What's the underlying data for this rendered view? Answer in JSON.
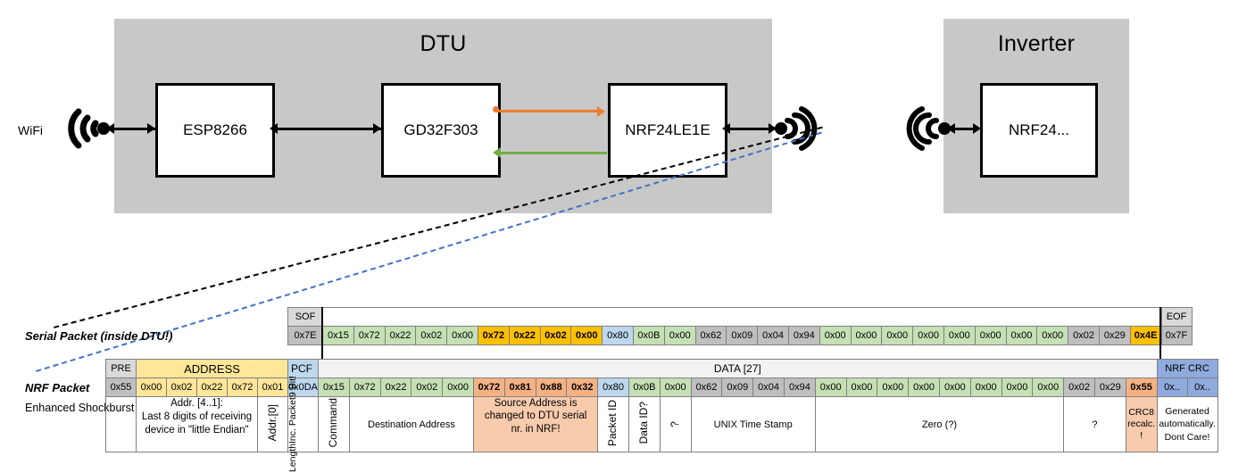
{
  "diagram": {
    "dtu": {
      "title": "DTU",
      "chips": [
        "ESP8266",
        "GD32F303",
        "NRF24LE1E"
      ],
      "wifi_label": "WiFi",
      "arrow_to_nrf_color": "#ED7D31",
      "arrow_from_nrf_color": "#70AD47"
    },
    "inverter": {
      "title": "Inverter",
      "chip": "NRF24..."
    }
  },
  "packets": {
    "serial_label": "Serial Packet (inside DTU!)",
    "nrf_label": "NRF Packet",
    "nrf_sublabel": "Enhanced Shockburst",
    "serial": {
      "sof_header": "SOF",
      "sof_value": "0x7E",
      "eof_header": "EOF",
      "eof_value": "0x7F",
      "cells": [
        {
          "v": "0x15",
          "c": "green"
        },
        {
          "v": "0x72",
          "c": "green"
        },
        {
          "v": "0x22",
          "c": "green"
        },
        {
          "v": "0x02",
          "c": "green"
        },
        {
          "v": "0x00",
          "c": "green"
        },
        {
          "v": "0x72",
          "c": "amber"
        },
        {
          "v": "0x22",
          "c": "amber"
        },
        {
          "v": "0x02",
          "c": "amber"
        },
        {
          "v": "0x00",
          "c": "amber"
        },
        {
          "v": "0x80",
          "c": "blue"
        },
        {
          "v": "0x0B",
          "c": "green"
        },
        {
          "v": "0x00",
          "c": "green"
        },
        {
          "v": "0x62",
          "c": "gray"
        },
        {
          "v": "0x09",
          "c": "gray"
        },
        {
          "v": "0x04",
          "c": "gray"
        },
        {
          "v": "0x94",
          "c": "gray"
        },
        {
          "v": "0x00",
          "c": "green"
        },
        {
          "v": "0x00",
          "c": "green"
        },
        {
          "v": "0x00",
          "c": "green"
        },
        {
          "v": "0x00",
          "c": "green"
        },
        {
          "v": "0x00",
          "c": "green"
        },
        {
          "v": "0x00",
          "c": "green"
        },
        {
          "v": "0x00",
          "c": "green"
        },
        {
          "v": "0x00",
          "c": "green"
        },
        {
          "v": "0x02",
          "c": "gray"
        },
        {
          "v": "0x29",
          "c": "gray"
        },
        {
          "v": "0x4E",
          "c": "amber"
        }
      ]
    },
    "nrf": {
      "headers": {
        "pre": "PRE",
        "address": "ADDRESS",
        "pcf": "PCF",
        "data": "DATA [27]",
        "crc": "NRF CRC"
      },
      "pre_value": "0x55",
      "address_values": [
        "0x00",
        "0x02",
        "0x22",
        "0x72",
        "0x01"
      ],
      "pcf_value": "0x0DA",
      "crc_values": [
        "0x..",
        "0x.."
      ],
      "cells": [
        {
          "v": "0x15",
          "c": "green"
        },
        {
          "v": "0x72",
          "c": "green"
        },
        {
          "v": "0x22",
          "c": "green"
        },
        {
          "v": "0x02",
          "c": "green"
        },
        {
          "v": "0x00",
          "c": "green"
        },
        {
          "v": "0x72",
          "c": "salmon"
        },
        {
          "v": "0x81",
          "c": "salmon"
        },
        {
          "v": "0x88",
          "c": "salmon"
        },
        {
          "v": "0x32",
          "c": "salmon"
        },
        {
          "v": "0x80",
          "c": "blue"
        },
        {
          "v": "0x0B",
          "c": "green"
        },
        {
          "v": "0x00",
          "c": "green"
        },
        {
          "v": "0x62",
          "c": "gray"
        },
        {
          "v": "0x09",
          "c": "gray"
        },
        {
          "v": "0x04",
          "c": "gray"
        },
        {
          "v": "0x94",
          "c": "gray"
        },
        {
          "v": "0x00",
          "c": "green"
        },
        {
          "v": "0x00",
          "c": "green"
        },
        {
          "v": "0x00",
          "c": "green"
        },
        {
          "v": "0x00",
          "c": "green"
        },
        {
          "v": "0x00",
          "c": "green"
        },
        {
          "v": "0x00",
          "c": "green"
        },
        {
          "v": "0x00",
          "c": "green"
        },
        {
          "v": "0x00",
          "c": "green"
        },
        {
          "v": "0x02",
          "c": "gray"
        },
        {
          "v": "0x29",
          "c": "gray"
        },
        {
          "v": "0x55",
          "c": "salmon"
        }
      ]
    },
    "descriptions": {
      "address": "Addr. [4..1]:\nLast 8 digits of receiving device in \"little Endian\"",
      "address_line1": "Addr. [4..1]:",
      "address_line2": "Last 8 digits of receiving",
      "address_line3": "device in \"little Endian\"",
      "addr0": "Addr.[0]",
      "pcf_l1": "9 Bit!",
      "pcf_l2": "Inc. Packet",
      "pcf_l3": "Length",
      "command": "Command",
      "destination": "Destination Address",
      "source_l1": "Source Address is",
      "source_l2": "changed to DTU serial",
      "source_l3": "nr. in NRF!",
      "packet_id": "Packet ID",
      "data_id": "Data ID?",
      "unknown_vert": "?",
      "unix": "UNIX Time Stamp",
      "zero": "Zero (?)",
      "unknown2": "?",
      "crc8_l1": "CRC8",
      "crc8_l2": "recalc.",
      "crc8_l3": "!",
      "nrfcrc_l1": "Generated",
      "nrfcrc_l2": "automatically.",
      "nrfcrc_l3": "Dont Care!"
    }
  }
}
